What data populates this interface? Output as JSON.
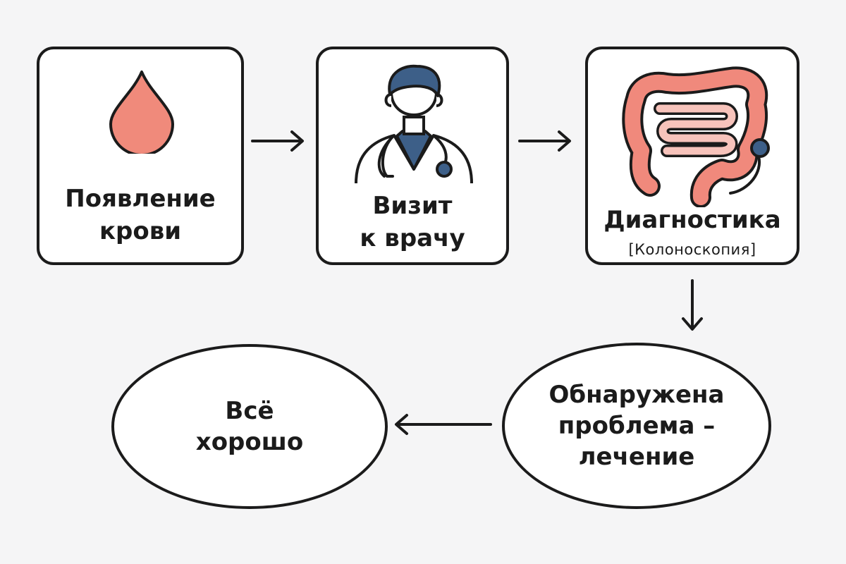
{
  "steps": [
    {
      "line1": "Появление",
      "line2": "крови",
      "icon": "blood-drop-icon"
    },
    {
      "line1": "Визит",
      "line2": "к врачу",
      "icon": "doctor-icon"
    },
    {
      "line1": "Диагностика",
      "sub": "[Колоноскопия]",
      "icon": "colon-icon"
    }
  ],
  "outcomes": {
    "problem": {
      "line1": "Обнаружена",
      "line2": "проблема –",
      "line3": "лечение"
    },
    "good": {
      "line1": "Всё",
      "line2": "хорошо"
    }
  },
  "colors": {
    "outline": "#1b1b1b",
    "blood": "#f08a7b",
    "doctor_blue": "#3d5f88",
    "colon": "#f0897c",
    "colon_inner": "#f7c3bb",
    "background": "#f5f5f6"
  }
}
